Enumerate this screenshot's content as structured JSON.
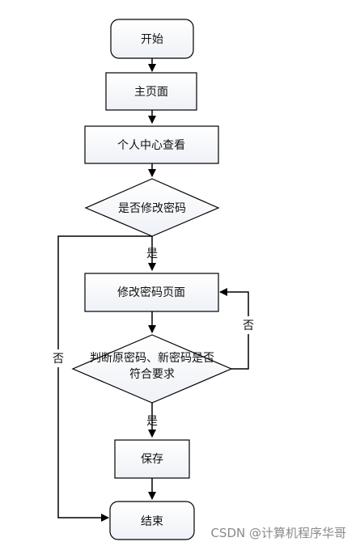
{
  "nodes": {
    "start": "开始",
    "home": "主页面",
    "profile": "个人中心查看",
    "decide_change": "是否修改密码",
    "change_page": "修改密码页面",
    "check_line1": "判断原密码、新密码是否",
    "check_line2": "符合要求",
    "save": "保存",
    "end": "结束"
  },
  "edges": {
    "yes_1": "是",
    "no_1": "否",
    "no_2": "否",
    "yes_2": "是"
  },
  "watermark": "CSDN @计算机程序华哥"
}
